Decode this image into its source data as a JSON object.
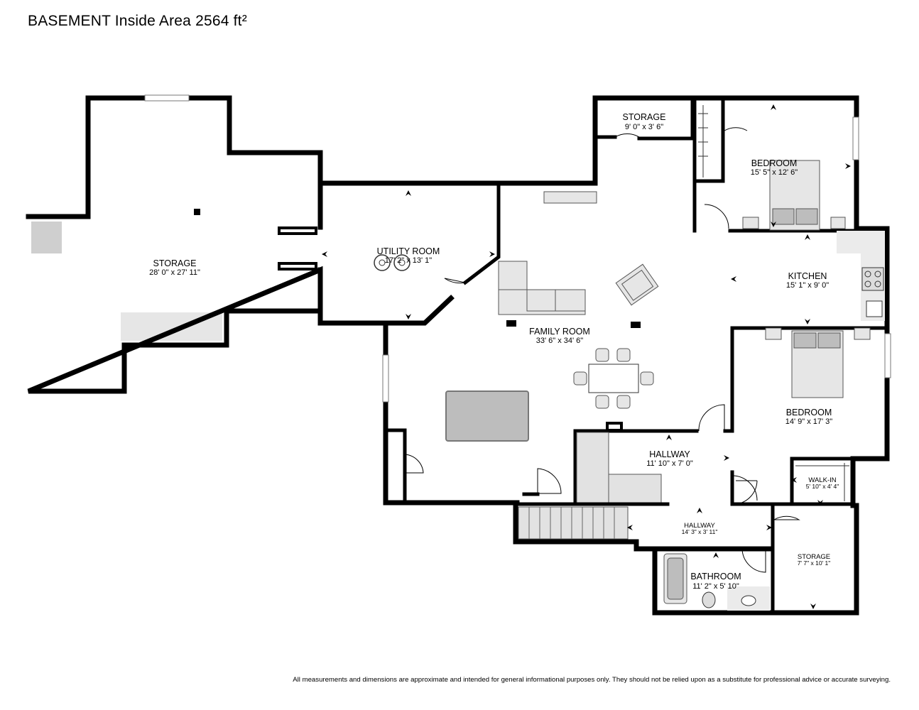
{
  "title": "BASEMENT Inside Area 2564 ft²",
  "disclaimer": "All measurements and dimensions are approximate and intended for general informational purposes only. They should not be relied upon as a substitute for professional advice or accurate surveying.",
  "rooms": {
    "storage_main": {
      "name": "STORAGE",
      "dims": "28' 0\" x 27' 11\""
    },
    "storage_top": {
      "name": "STORAGE",
      "dims": "9' 0\" x 3' 6\""
    },
    "bedroom_top": {
      "name": "BEDROOM",
      "dims": "15' 5\" x 12' 6\""
    },
    "utility": {
      "name": "UTILITY ROOM",
      "dims": "17' 2\" x 13' 1\""
    },
    "kitchen": {
      "name": "KITCHEN",
      "dims": "15' 1\" x 9' 0\""
    },
    "family": {
      "name": "FAMILY ROOM",
      "dims": "33' 6\" x 34' 6\""
    },
    "bedroom_right": {
      "name": "BEDROOM",
      "dims": "14' 9\" x 17' 3\""
    },
    "hallway_main": {
      "name": "HALLWAY",
      "dims": "11' 10\" x 7' 0\""
    },
    "walkin": {
      "name": "WALK-IN",
      "dims": "5' 10\" x 4' 4\""
    },
    "hallway_lower": {
      "name": "HALLWAY",
      "dims": "14' 3\" x 3' 11\""
    },
    "storage_lower": {
      "name": "STORAGE",
      "dims": "7' 7\" x 10' 1\""
    },
    "bathroom": {
      "name": "BATHROOM",
      "dims": "11' 2\" x 5' 10\""
    }
  }
}
